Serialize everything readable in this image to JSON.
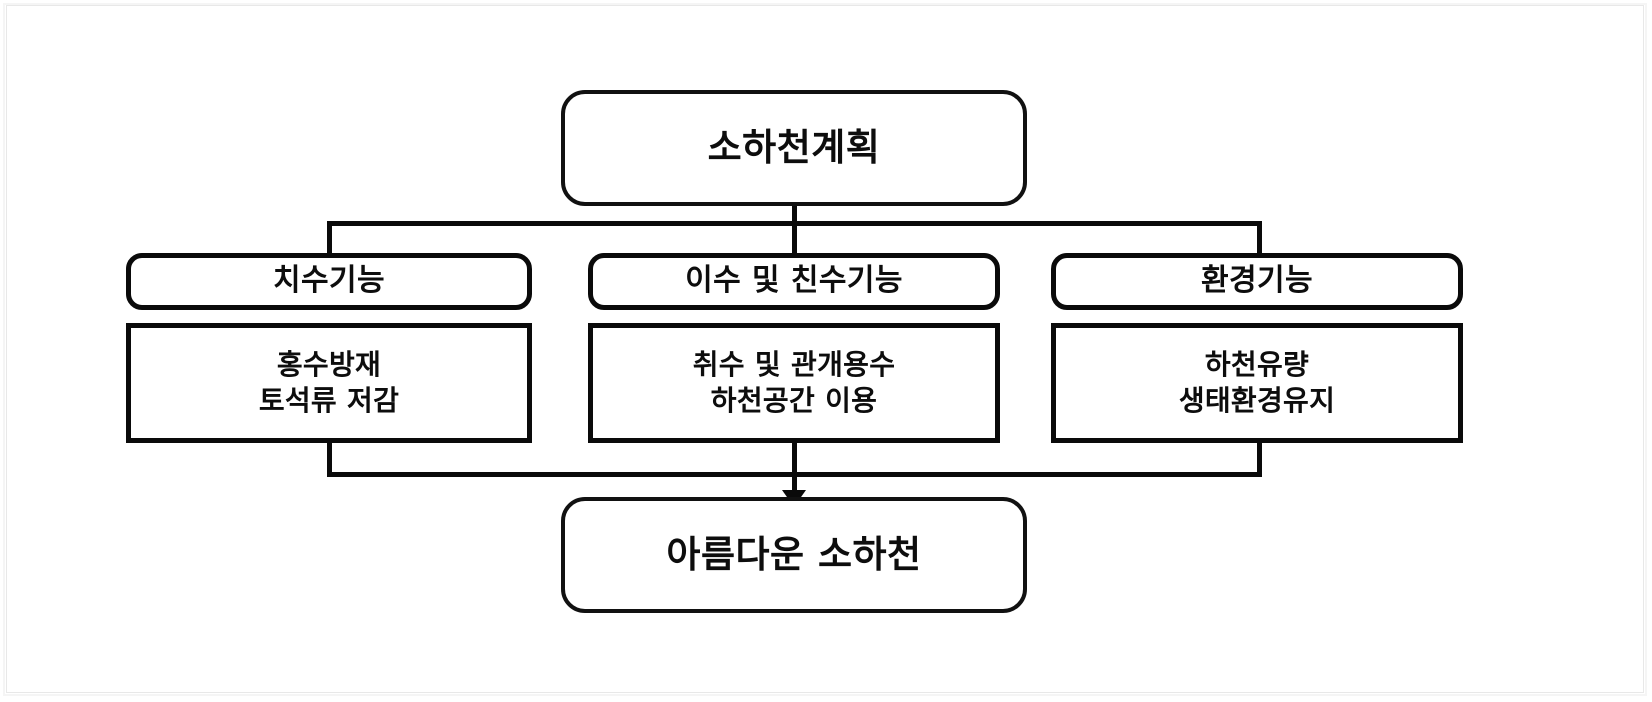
{
  "diagram": {
    "type": "flowchart",
    "title_box": {
      "label": "소하천계획"
    },
    "goal_box": {
      "label": "아름다운 소하천"
    },
    "columns": [
      {
        "header": "치수기능",
        "details": [
          "홍수방재",
          "토석류 저감"
        ]
      },
      {
        "header": "이수 및 친수기능",
        "details": [
          "취수 및 관개용수",
          "하천공간 이용"
        ]
      },
      {
        "header": "환경기능",
        "details": [
          "하천유량",
          "생태환경유지"
        ]
      }
    ],
    "colors": {
      "stroke": "#0a0a0a",
      "background": "#ffffff",
      "frame_border": "#e8e8e8",
      "text": "#0d0d0d"
    }
  }
}
